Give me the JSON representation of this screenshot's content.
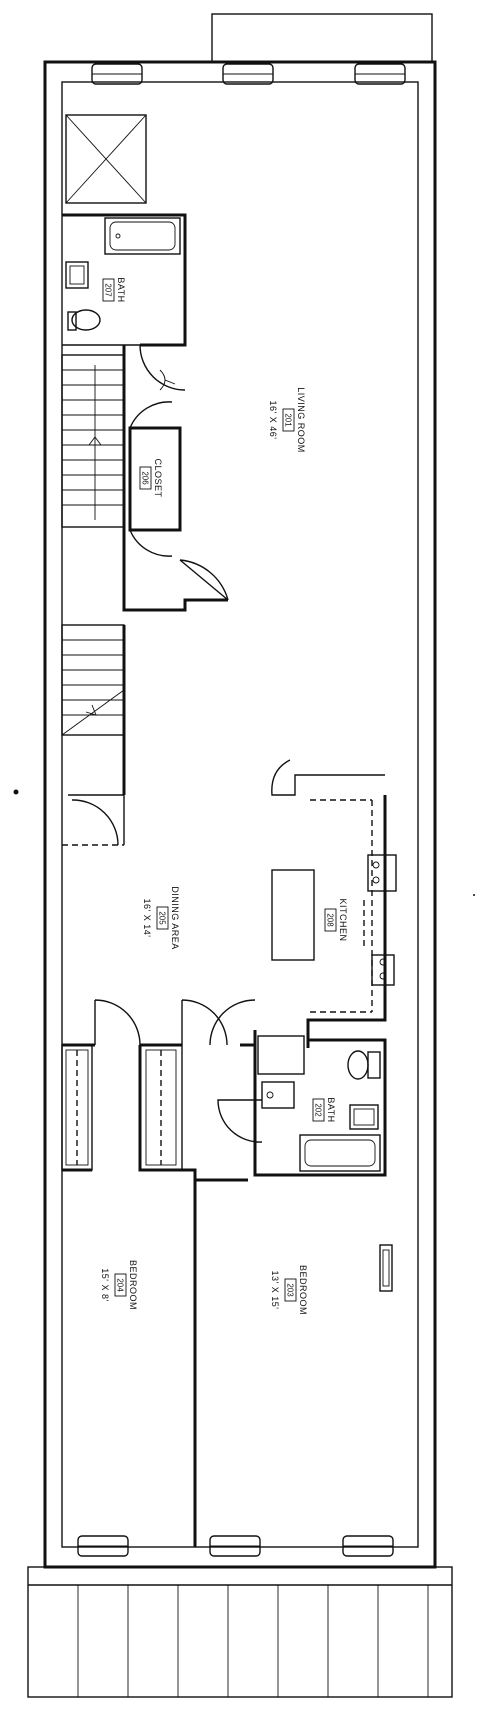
{
  "rooms": [
    {
      "key": "living",
      "name": "LIVING ROOM",
      "number": "201",
      "size": "16' X 46'"
    },
    {
      "key": "closet",
      "name": "CLOSET",
      "number": "206",
      "size": ""
    },
    {
      "key": "bath207",
      "name": "BATH",
      "number": "207",
      "size": ""
    },
    {
      "key": "kitchen",
      "name": "KITCHEN",
      "number": "208",
      "size": ""
    },
    {
      "key": "dining",
      "name": "DINING AREA",
      "number": "205",
      "size": "16' X 14'"
    },
    {
      "key": "bath202",
      "name": "BATH",
      "number": "202",
      "size": ""
    },
    {
      "key": "bed204",
      "name": "BEDROOM",
      "number": "204",
      "size": "15' X 8'"
    },
    {
      "key": "bed203",
      "name": "BEDROOM",
      "number": "203",
      "size": "13' X 15'"
    }
  ]
}
